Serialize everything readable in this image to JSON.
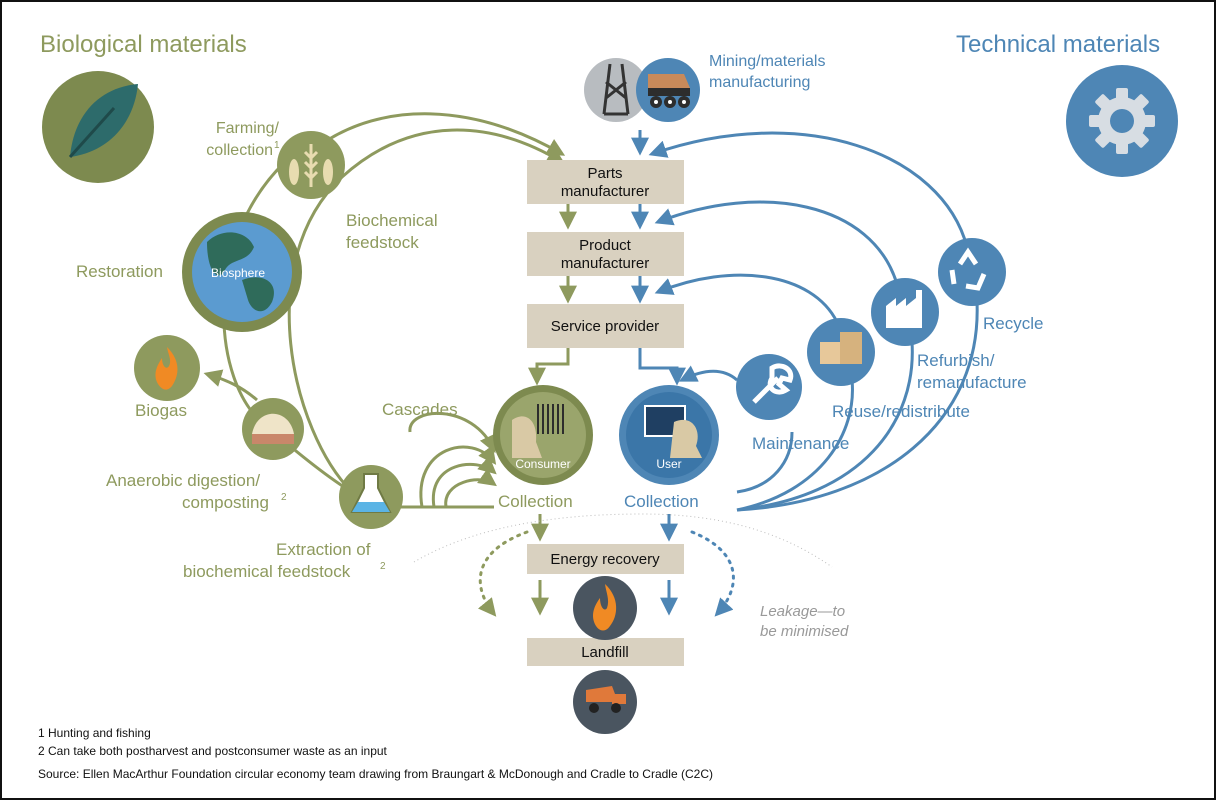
{
  "headers": {
    "biological": "Biological materials",
    "technical": "Technical materials"
  },
  "boxes": {
    "parts_line1": "Parts",
    "parts_line2": "manufacturer",
    "product_line1": "Product",
    "product_line2": "manufacturer",
    "service": "Service provider",
    "energy": "Energy recovery",
    "landfill": "Landfill"
  },
  "biological_labels": {
    "farming_line1": "Farming/",
    "farming_line2": "collection",
    "farming_sup": "1",
    "biochemical_line1": "Biochemical",
    "biochemical_line2": "feedstock",
    "restoration": "Restoration",
    "biosphere": "Biosphere",
    "biogas": "Biogas",
    "cascades": "Cascades",
    "anaerobic_line1": "Anaerobic digestion/",
    "anaerobic_line2": "composting",
    "anaerobic_sup": "2",
    "extraction_line1": "Extraction of",
    "extraction_line2": "biochemical feedstock",
    "extraction_sup": "2",
    "consumer": "Consumer",
    "collection": "Collection"
  },
  "technical_labels": {
    "mining_line1": "Mining/materials",
    "mining_line2": "manufacturing",
    "recycle": "Recycle",
    "refurbish_line1": "Refurbish/",
    "refurbish_line2": "remanufacture",
    "reuse": "Reuse/redistribute",
    "maintenance": "Maintenance",
    "user": "User",
    "collection": "Collection"
  },
  "leakage_line1": "Leakage—to",
  "leakage_line2": "be minimised",
  "footnotes": {
    "note1": "1 Hunting and fishing",
    "note2": "2  Can take both postharvest and postconsumer waste as an input",
    "source": "Source: Ellen MacArthur Foundation circular economy team drawing from Braungart & McDonough and Cradle to Cradle (C2C)"
  },
  "colors": {
    "biological": "#8e9a5e",
    "biological_dark": "#7d8a4f",
    "technical": "#4e86b5",
    "box_fill": "#d9d1c0",
    "icon_dark": "#4a5560"
  },
  "icons": [
    "leaf-icon",
    "gear-icon",
    "oil-derrick-icon",
    "mining-truck-icon",
    "wheat-fish-icon",
    "globe-icon",
    "flame-icon",
    "greenhouse-icon",
    "flask-icon",
    "barcode-icon",
    "computer-icon",
    "wrench-icon",
    "boxes-icon",
    "factory-icon",
    "recycle-icon",
    "dump-truck-icon"
  ]
}
